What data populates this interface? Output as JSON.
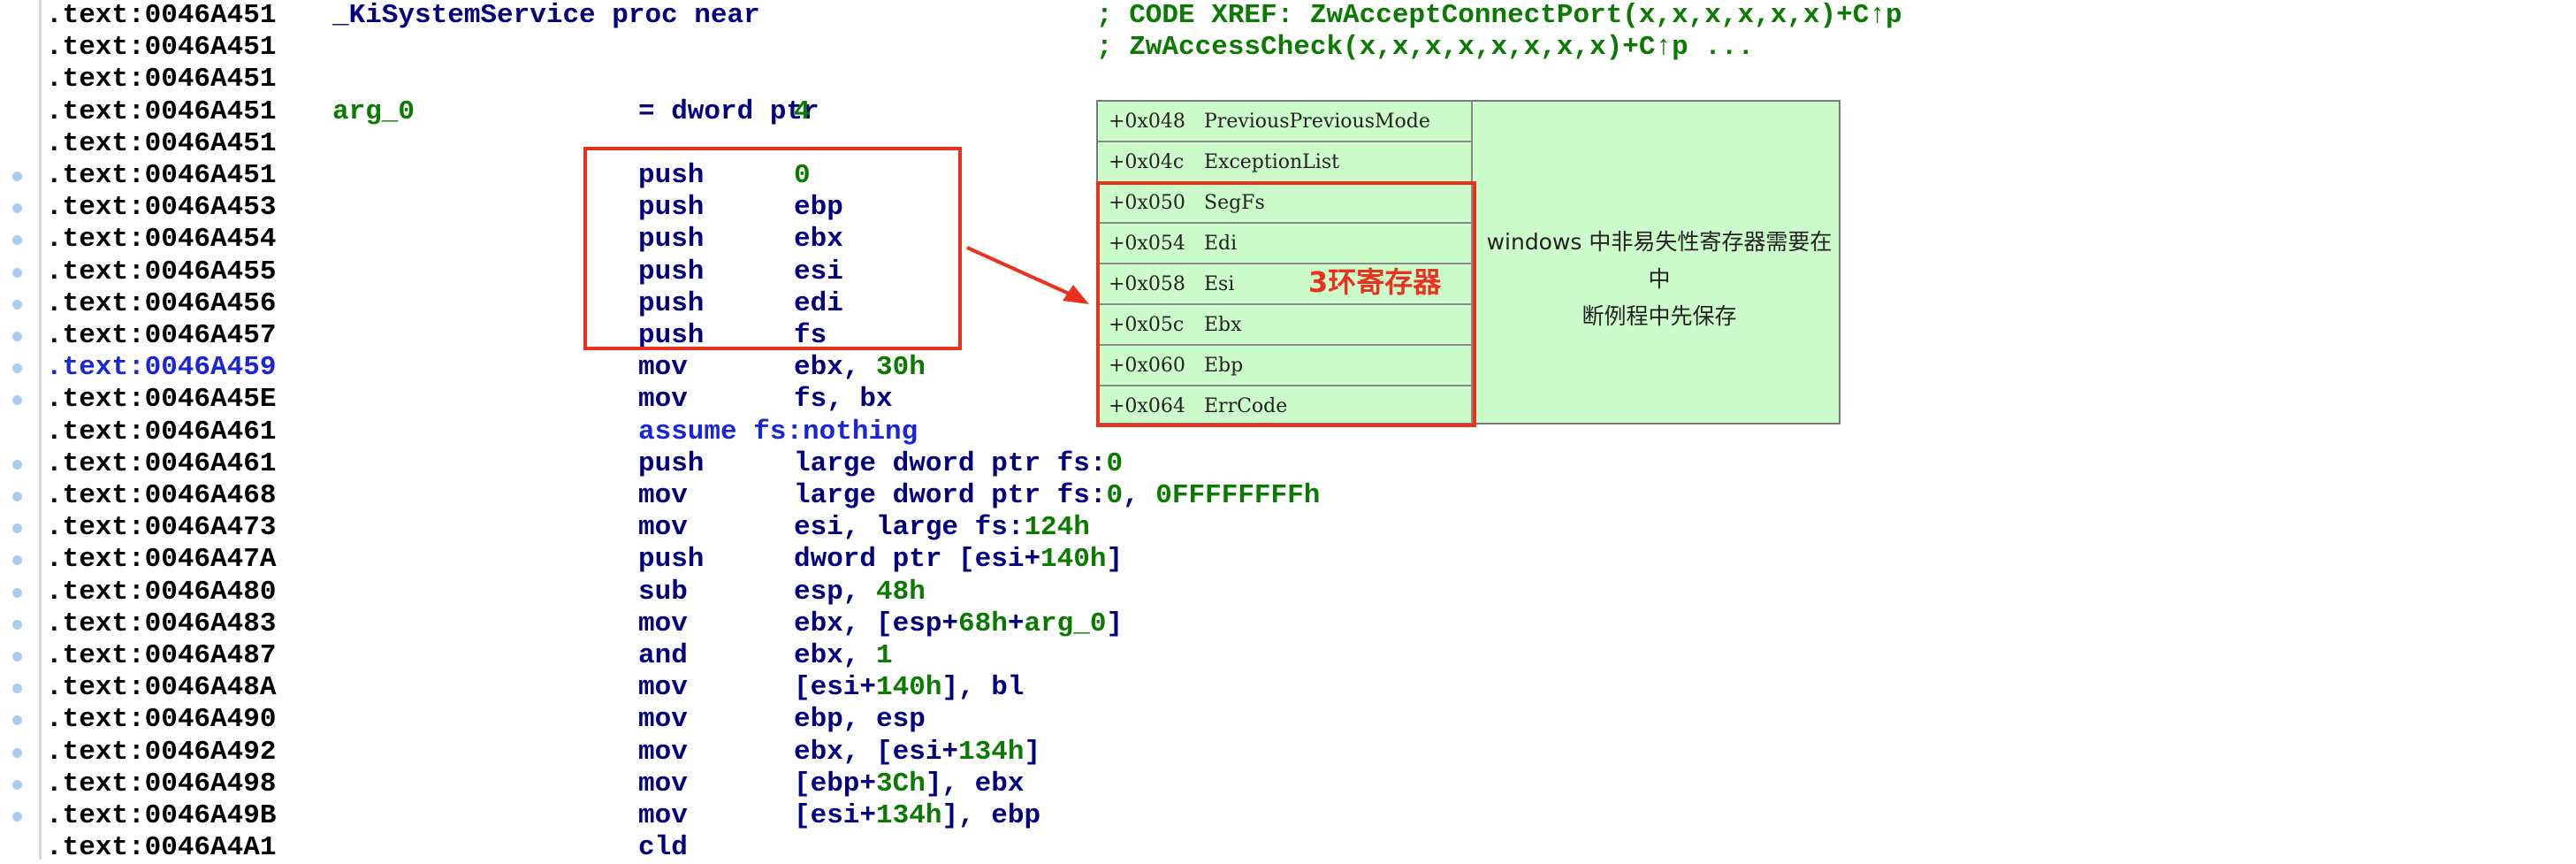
{
  "code": {
    "lines": [
      {
        "addr": ".text:0046A451",
        "label": "_KiSystemService proc near",
        "mnemonic": "",
        "operand": "",
        "breakpoint": false
      },
      {
        "addr": ".text:0046A451",
        "label": "",
        "mnemonic": "",
        "operand": "",
        "breakpoint": false
      },
      {
        "addr": ".text:0046A451",
        "label": "",
        "mnemonic": "",
        "operand": "",
        "breakpoint": false
      },
      {
        "addr": ".text:0046A451",
        "label": "arg_0",
        "mnemonic": "= dword ptr",
        "operand": "4",
        "breakpoint": false
      },
      {
        "addr": ".text:0046A451",
        "label": "",
        "mnemonic": "",
        "operand": "",
        "breakpoint": false
      },
      {
        "addr": ".text:0046A451",
        "label": "",
        "mnemonic": "push",
        "operand": "0",
        "breakpoint": true
      },
      {
        "addr": ".text:0046A453",
        "label": "",
        "mnemonic": "push",
        "operand": "ebp",
        "breakpoint": true
      },
      {
        "addr": ".text:0046A454",
        "label": "",
        "mnemonic": "push",
        "operand": "ebx",
        "breakpoint": true
      },
      {
        "addr": ".text:0046A455",
        "label": "",
        "mnemonic": "push",
        "operand": "esi",
        "breakpoint": true
      },
      {
        "addr": ".text:0046A456",
        "label": "",
        "mnemonic": "push",
        "operand": "edi",
        "breakpoint": true
      },
      {
        "addr": ".text:0046A457",
        "label": "",
        "mnemonic": "push",
        "operand": "fs",
        "breakpoint": true
      },
      {
        "addr": ".text:0046A459",
        "label": "",
        "mnemonic": "mov",
        "operand": "ebx, 30h",
        "breakpoint": true,
        "current": true
      },
      {
        "addr": ".text:0046A45E",
        "label": "",
        "mnemonic": "mov",
        "operand": "fs, bx",
        "breakpoint": true
      },
      {
        "addr": ".text:0046A461",
        "label": "",
        "mnemonic": "assume fs:nothing",
        "operand": "",
        "breakpoint": false
      },
      {
        "addr": ".text:0046A461",
        "label": "",
        "mnemonic": "push",
        "operand": "large dword ptr fs:0",
        "breakpoint": true
      },
      {
        "addr": ".text:0046A468",
        "label": "",
        "mnemonic": "mov",
        "operand": "large dword ptr fs:0, 0FFFFFFFFh",
        "breakpoint": true
      },
      {
        "addr": ".text:0046A473",
        "label": "",
        "mnemonic": "mov",
        "operand": "esi, large fs:124h",
        "breakpoint": true
      },
      {
        "addr": ".text:0046A47A",
        "label": "",
        "mnemonic": "push",
        "operand": "dword ptr [esi+140h]",
        "breakpoint": true
      },
      {
        "addr": ".text:0046A480",
        "label": "",
        "mnemonic": "sub",
        "operand": "esp, 48h",
        "breakpoint": true
      },
      {
        "addr": ".text:0046A483",
        "label": "",
        "mnemonic": "mov",
        "operand": "ebx, [esp+68h+arg_0]",
        "breakpoint": true
      },
      {
        "addr": ".text:0046A487",
        "label": "",
        "mnemonic": "and",
        "operand": "ebx, 1",
        "breakpoint": true
      },
      {
        "addr": ".text:0046A48A",
        "label": "",
        "mnemonic": "mov",
        "operand": "[esi+140h], bl",
        "breakpoint": true
      },
      {
        "addr": ".text:0046A490",
        "label": "",
        "mnemonic": "mov",
        "operand": "ebp, esp",
        "breakpoint": true
      },
      {
        "addr": ".text:0046A492",
        "label": "",
        "mnemonic": "mov",
        "operand": "ebx, [esi+134h]",
        "breakpoint": true
      },
      {
        "addr": ".text:0046A498",
        "label": "",
        "mnemonic": "mov",
        "operand": "[ebp+3Ch], ebx",
        "breakpoint": true
      },
      {
        "addr": ".text:0046A49B",
        "label": "",
        "mnemonic": "mov",
        "operand": "[esi+134h], ebp",
        "breakpoint": true
      },
      {
        "addr": ".text:0046A4A1",
        "label": "",
        "mnemonic": "cld",
        "operand": "",
        "breakpoint": false
      }
    ]
  },
  "xrefs": [
    "; CODE XREF: ZwAcceptConnectPort(x,x,x,x,x,x)+C↑p",
    "; ZwAccessCheck(x,x,x,x,x,x,x,x)+C↑p ..."
  ],
  "frame_table": {
    "rows": [
      {
        "offset": "+0x048",
        "name": "PreviousPreviousMode"
      },
      {
        "offset": "+0x04c",
        "name": "ExceptionList"
      },
      {
        "offset": "+0x050",
        "name": "SegFs"
      },
      {
        "offset": "+0x054",
        "name": "Edi"
      },
      {
        "offset": "+0x058",
        "name": "Esi"
      },
      {
        "offset": "+0x05c",
        "name": "Ebx"
      },
      {
        "offset": "+0x060",
        "name": "Ebp"
      },
      {
        "offset": "+0x064",
        "name": "ErrCode"
      }
    ],
    "note_line1": "windows 中非易失性寄存器需要在中",
    "note_line2": "断例程中先保存",
    "annotation": "3环寄存器"
  },
  "colors": {
    "address": "#000000",
    "current_address": "#1a26d6",
    "mnemonic": "#000080",
    "number": "#0a7a00",
    "highlight_box": "#e8321e",
    "table_bg": "#ccfcca"
  }
}
